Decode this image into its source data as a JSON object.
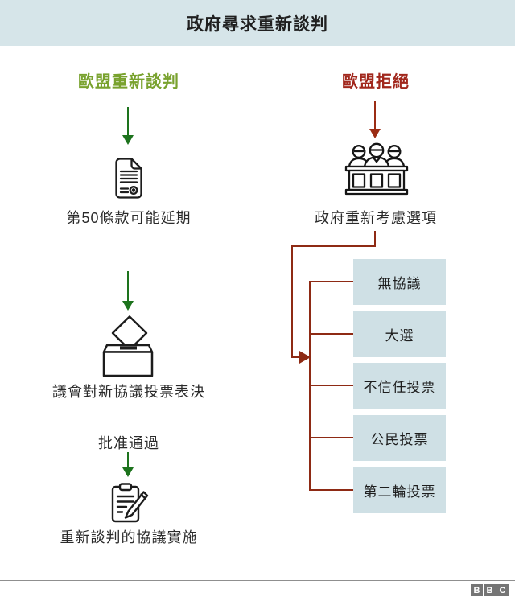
{
  "title": "政府尋求重新談判",
  "left": {
    "header": "歐盟重新談判",
    "step_article50": "第50條款可能延期",
    "step_vote": "議會對新協議投票表決",
    "approval": "批准通過",
    "step_implement": "重新談判的協議實施"
  },
  "right": {
    "header": "歐盟拒絕",
    "step_reconsider": "政府重新考慮選項",
    "options": [
      "無協議",
      "大選",
      "不信任投票",
      "公民投票",
      "第二輪投票"
    ]
  },
  "footer": {
    "logo": [
      "B",
      "B",
      "C"
    ]
  },
  "colors": {
    "banner_bg": "#d6e5e9",
    "option_box_bg": "#cfe0e5",
    "green_header": "#79a22e",
    "green_arrow": "#1d731d",
    "red_header": "#a1271c",
    "red_connector": "#8e2a14",
    "body_text": "#2b2b2b",
    "logo_grey": "#757575"
  },
  "icons": {
    "left_step1": "document-icon",
    "left_step2": "ballot-box-icon",
    "left_step3": "clipboard-pencil-icon",
    "right_step1": "committee-icon",
    "footer": "bbc-logo"
  }
}
